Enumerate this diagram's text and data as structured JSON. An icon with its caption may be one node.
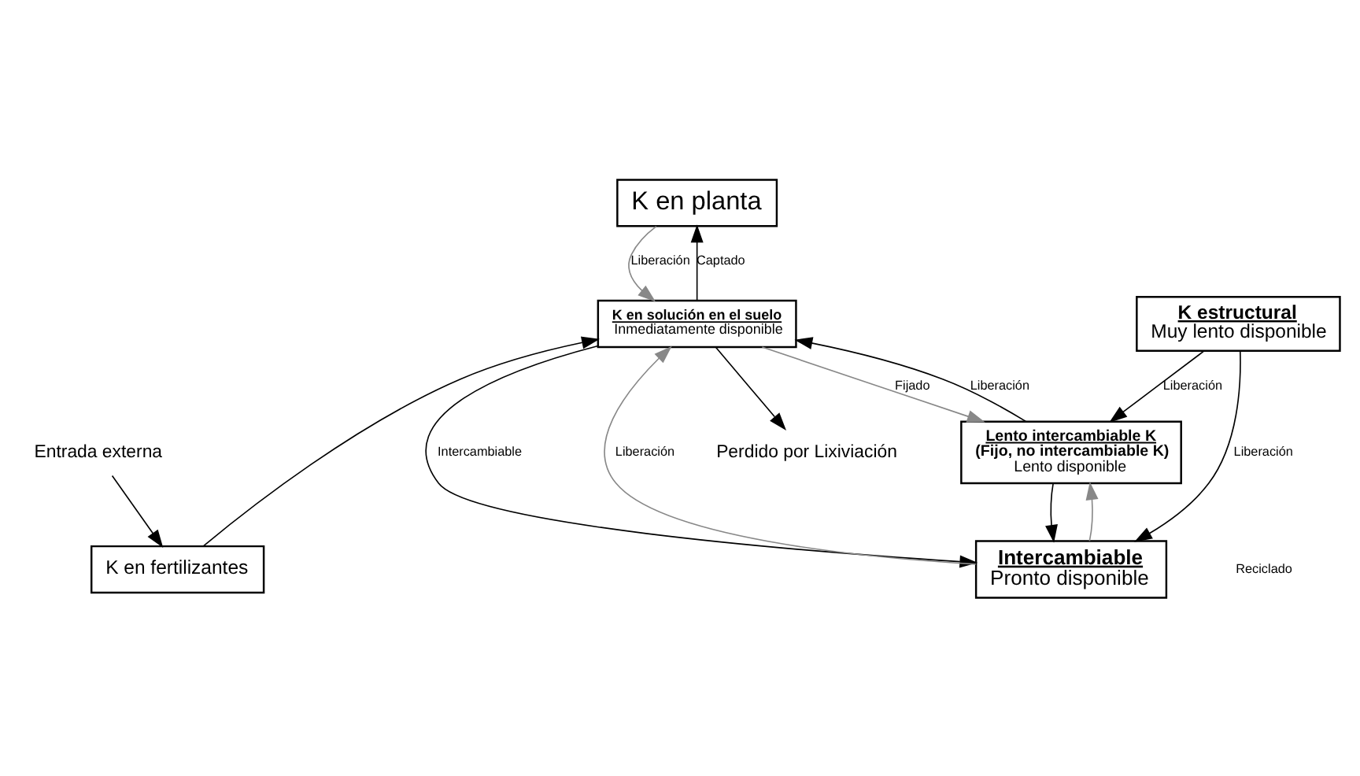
{
  "diagram": {
    "nodes": [
      {
        "text": [
          "K en planta"
        ]
      },
      {
        "text": [
          "Entrada externa"
        ]
      },
      {
        "text": [
          "K en fertilizantes"
        ]
      },
      {
        "text": [
          "K en solución en el suelo",
          "Inmediatamente disponible"
        ]
      },
      {
        "text": [
          "Intercambiable",
          "Pronto disponible"
        ]
      },
      {
        "text": [
          "K estructural",
          "Muy lento disponible"
        ]
      },
      {
        "text": [
          "Lento intercambiable K",
          "(Fijo, no intercambiable K)",
          "Lento disponible"
        ]
      },
      {
        "text": [
          "Perdido por Lixiviación"
        ]
      }
    ],
    "edges": [
      {
        "from": 0,
        "to": 3,
        "arrow": "to",
        "label": "Liberación",
        "color": "#888888"
      },
      {
        "from": 3,
        "to": 0,
        "arrow": "to",
        "label": "Captado"
      },
      {
        "from": 1,
        "to": 2,
        "arrow": "to"
      },
      {
        "from": 2,
        "to": 3,
        "arrow": "to"
      },
      {
        "from": 3,
        "to": 4,
        "arrow": "to",
        "label": "Intercambiable"
      },
      {
        "from": 4,
        "to": 3,
        "arrow": "to",
        "label": "Liberación",
        "color": "#888888"
      },
      {
        "from": 4,
        "to": 6,
        "arrow": "to",
        "color": "#888888"
      },
      {
        "from": 6,
        "to": 4,
        "arrow": "to"
      },
      {
        "from": 5,
        "to": 4,
        "arrow": "to",
        "label": "Liberación"
      },
      {
        "from": 5,
        "to": 6,
        "arrow": "to",
        "label": "Liberación"
      },
      {
        "from": 3,
        "to": 6,
        "arrow": "to",
        "label": "Fijado",
        "color": "#888888"
      },
      {
        "from": 6,
        "to": 3,
        "arrow": "to",
        "label": "Liberación"
      },
      {
        "from": 3,
        "to": 7,
        "arrow": "to"
      }
    ],
    "labels": [
      "Reciclado"
    ]
  }
}
